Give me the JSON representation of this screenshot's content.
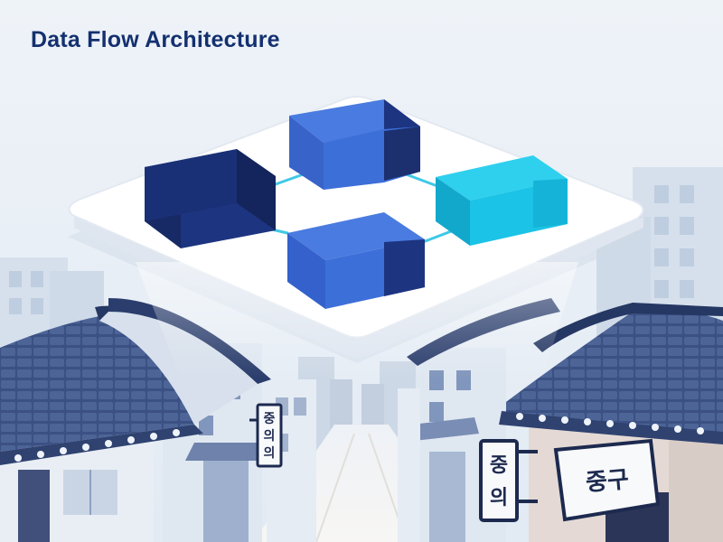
{
  "title": "Data Flow Architecture",
  "signs": {
    "small_vertical": [
      "중",
      "의",
      "의"
    ],
    "large_vertical": [
      "중",
      "의"
    ],
    "horizontal": "중구"
  },
  "colors": {
    "title": "#14306f",
    "sky": "#eef3f8",
    "platform": "#fbfcfe",
    "cube_navy": "#1d3480",
    "cube_blue": "#3d6fd8",
    "cube_cyan": "#1bc3e6",
    "connector": "#3fc9e6",
    "roof": "#3a4f7e",
    "wall": "#d9e2ee"
  }
}
